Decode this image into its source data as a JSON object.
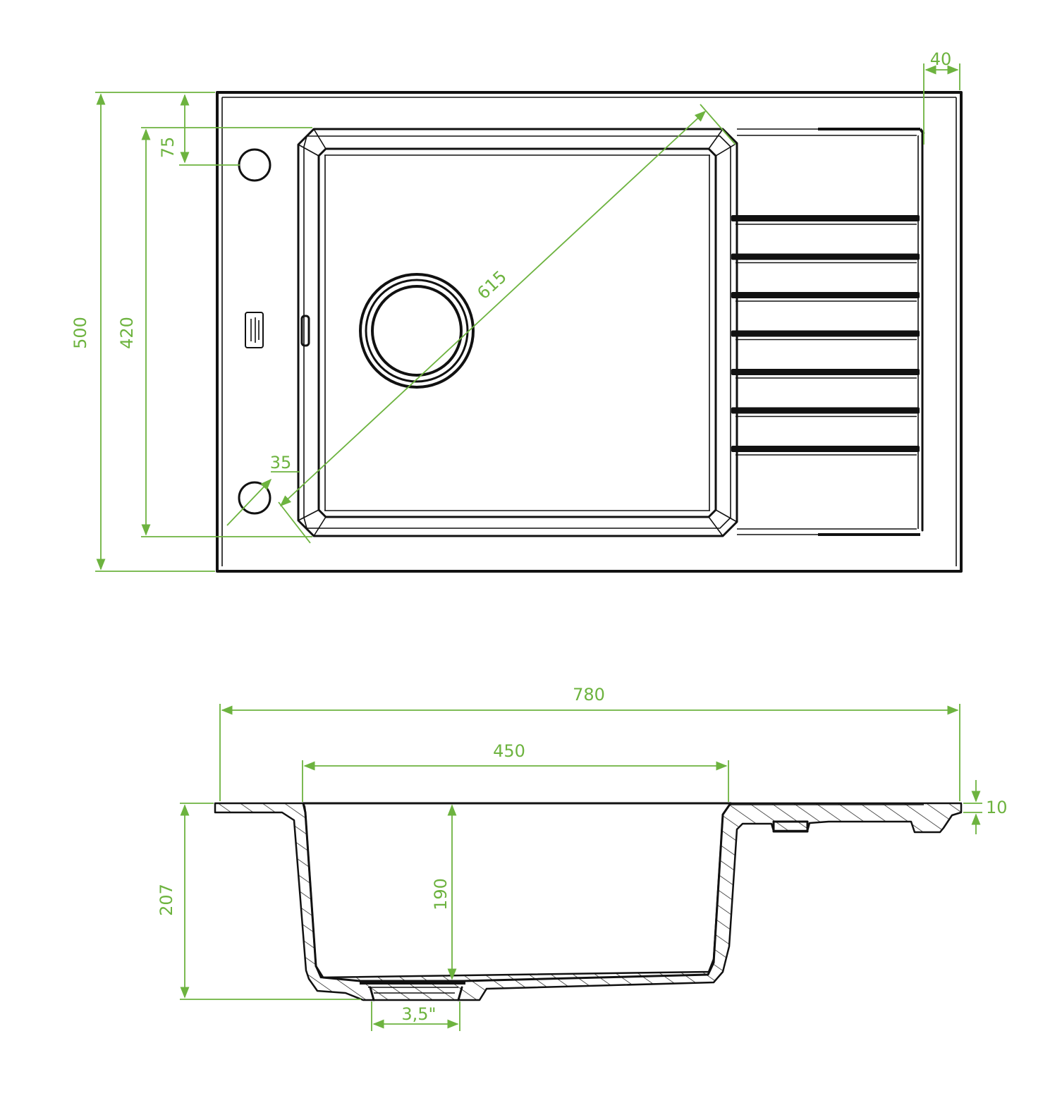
{
  "colors": {
    "outline": "#111111",
    "dimension": "#6db33f",
    "background": "#ffffff"
  },
  "top_view": {
    "dimensions": {
      "overall_depth": "500",
      "bowl_depth": "420",
      "tap_hole_offset": "75",
      "rim_width": "40",
      "corner_offset": "35",
      "diagonal": "615"
    },
    "drainer_ribs": 7
  },
  "section_view": {
    "dimensions": {
      "overall_width": "780",
      "bowl_width": "450",
      "overall_height": "207",
      "bowl_height": "190",
      "rim_thickness": "10",
      "waste_size": "3,5\""
    }
  }
}
